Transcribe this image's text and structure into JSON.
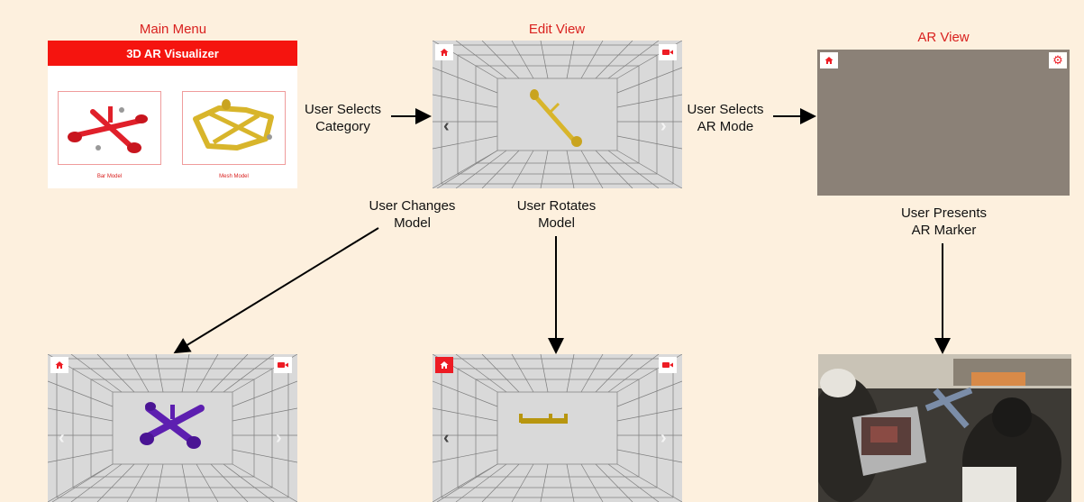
{
  "titles": {
    "main_menu": "Main Menu",
    "edit_view": "Edit View",
    "ar_view": "AR View"
  },
  "app": {
    "header_title": "3D AR Visualizer",
    "card_bar_label": "Bar Model",
    "card_mesh_label": "Mesh Model"
  },
  "flow": {
    "selects_category": "User Selects\nCategory",
    "selects_ar_mode": "User Selects\nAR Mode",
    "changes_model": "User Changes\nModel",
    "rotates_model": "User Rotates\nModel",
    "presents_marker": "User Presents\nAR Marker"
  },
  "icons": {
    "home": "home-icon",
    "camera": "video-camera-icon",
    "settings": "gear-icon",
    "left": "chevron-left-icon",
    "right": "chevron-right-icon"
  },
  "colors": {
    "accent": "#ed1c24",
    "background": "#fdf0de",
    "bar_model": "#e0202a",
    "mesh_model": "#d8b52b",
    "purple_model": "#5d1fb0"
  }
}
